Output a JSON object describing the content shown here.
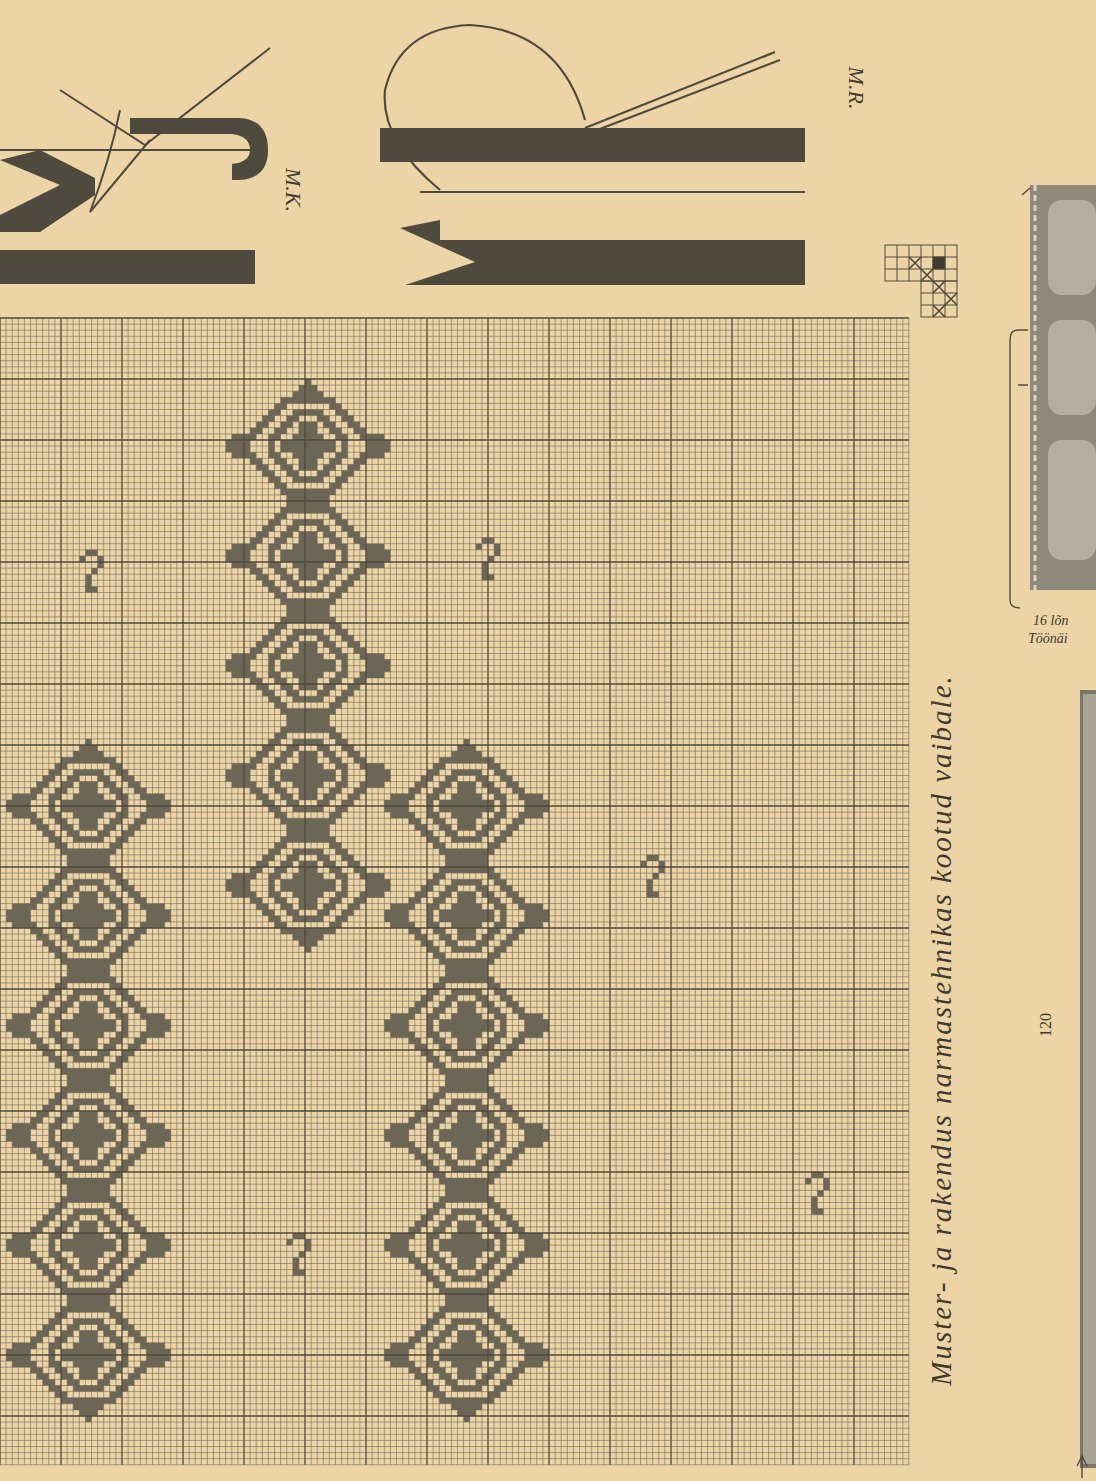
{
  "diagram": {
    "labels": [
      "M.K.",
      "M.R.",
      "Muster- ja rakendus narmastehnikas kootud vaibale.",
      "16 lõn",
      "Töönäi",
      "120"
    ]
  }
}
